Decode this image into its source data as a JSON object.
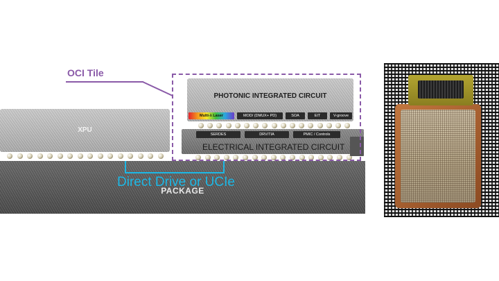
{
  "diagram": {
    "oci_tile_label": "OCI Tile",
    "photonic_label": "PHOTONIC INTEGRATED CIRCUIT",
    "electrical_label": "ELECTRICAL INTEGRATED CIRCUIT",
    "xpu_label": "XPU",
    "package_label": "PACKAGE",
    "direct_drive_label": "Direct Drive or UCIe",
    "pic_components": [
      "Multi-λ Laser",
      "MOD/ (DMUX+ PD)",
      "SOA",
      "EIT",
      "V-groove"
    ],
    "eic_components": [
      "SERDES",
      "DRV/TIA",
      "PMIC / Controls"
    ]
  },
  "colors": {
    "oci_accent": "#8a5aa8",
    "interface_accent": "#1cb8e6"
  },
  "photo": {
    "description_name": "oci-module-photo"
  }
}
